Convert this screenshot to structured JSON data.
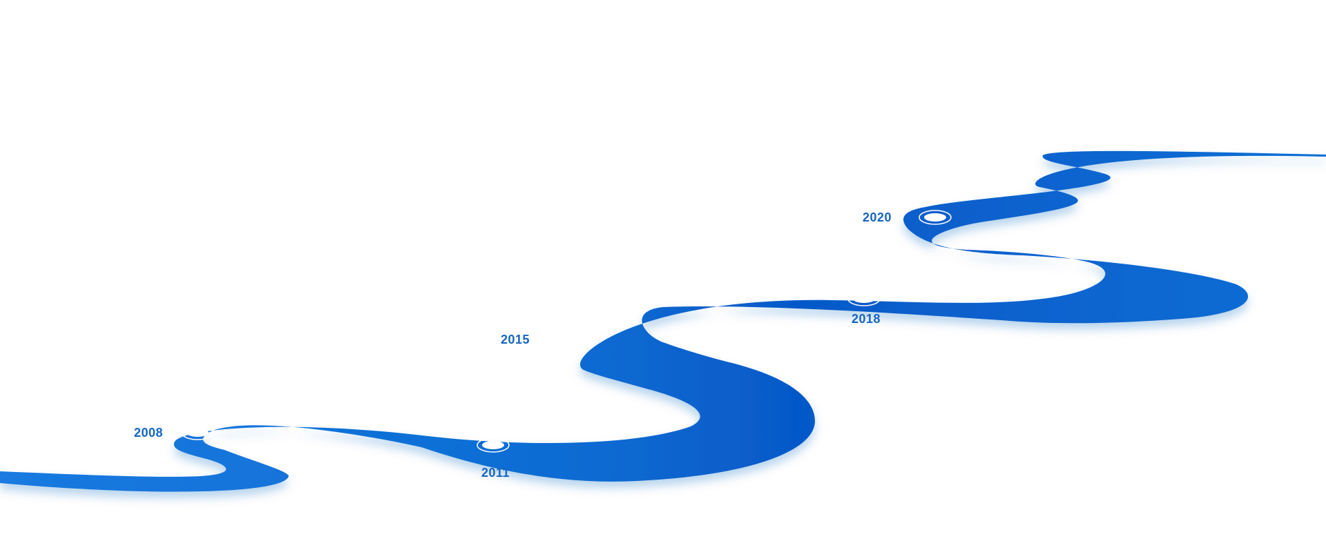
{
  "timeline": {
    "accent_color": "#0a6fd6",
    "label_color": "#1565c0",
    "milestones": [
      {
        "year": "2008"
      },
      {
        "year": "2011"
      },
      {
        "year": "2015"
      },
      {
        "year": "2018"
      },
      {
        "year": "2020"
      }
    ]
  }
}
